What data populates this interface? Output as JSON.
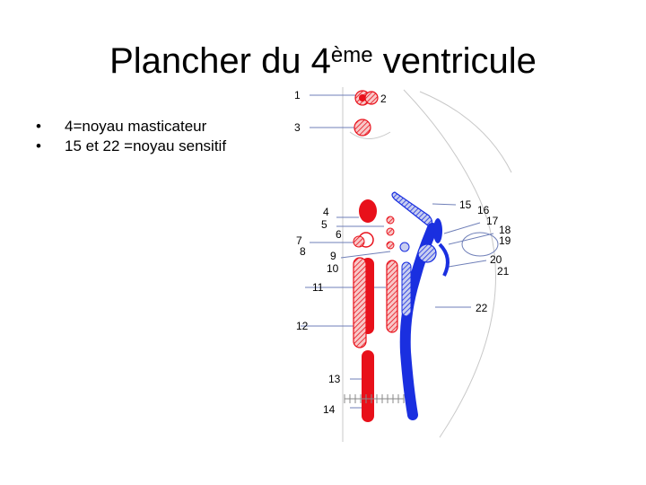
{
  "title": {
    "main": "Plancher du 4",
    "sup": "ème",
    "tail": " ventricule"
  },
  "bullets": [
    "4=noyau masticateur",
    "15 et 22 =noyau sensitif"
  ],
  "diagram": {
    "labels": [
      "1",
      "2",
      "3",
      "4",
      "5",
      "6",
      "7",
      "8",
      "9",
      "10",
      "11",
      "12",
      "13",
      "14",
      "15",
      "16",
      "17",
      "18",
      "19",
      "20",
      "21",
      "22"
    ],
    "colors": {
      "motor": "#e8101a",
      "motor_light": "#f4a0a0",
      "sensory": "#1a2fe0",
      "sensory_light": "#aab4e8"
    }
  }
}
